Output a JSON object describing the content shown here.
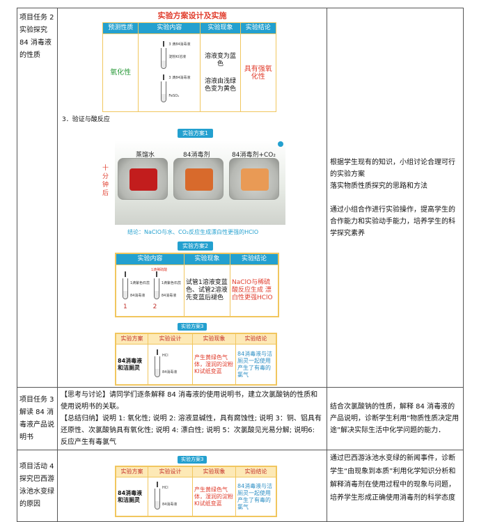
{
  "rows": [
    {
      "label": "项目任务 2 实验探究 84 消毒液的性质",
      "design": {
        "title": "实验方案设计及实施",
        "headers": [
          "预测性质",
          "实验内容",
          "实验现象",
          "实验结论"
        ],
        "prediction": "氧化性",
        "tube_tags": [
          "3 滴84消毒液",
          "淀粉KI溶液",
          "3 滴84消毒液",
          "FeSO₄"
        ],
        "phenomena": [
          "溶液变为蓝色",
          "溶液由浅绿色变为黄色"
        ],
        "conclusion": "具有强氧化性"
      },
      "section3": "3．验证与酸反应",
      "scheme1": {
        "badge": "实验方案1",
        "labels": [
          "蒸馏水",
          "84消毒剂",
          "84消毒剂+CO₂"
        ],
        "side_note": "十分钟后",
        "conclusion": "结论：NaClO与水、CO₂反应生成漂白性更强的HClO"
      },
      "scheme2": {
        "badge": "实验方案2",
        "headers": [
          "实验内容",
          "实验现象",
          "实验结论"
        ],
        "top_tag": "1滴稀硫酸",
        "tube_tags": [
          "1滴紫色石蕊",
          "84消毒液",
          "1滴紫色石蕊",
          "84消毒液"
        ],
        "tube_nums": [
          "1",
          "2"
        ],
        "phenomenon": "试管1溶液变蓝色、试管2溶液先变蓝后褪色",
        "conclusion": "NaClO与稀硫酸反应生成 漂白性更强HClO"
      },
      "scheme3": {
        "badge": "实验方案3",
        "headers": [
          "实验方案",
          "实验设计",
          "实验现象",
          "实验结论"
        ],
        "plan": "84消毒液和洁厕灵",
        "tube_tags": [
          "HCl",
          "84消毒液"
        ],
        "phenomenon": "产生黄绿色气体，湿润的淀粉KI试纸变蓝",
        "conclusion": "84消毒液与洁厕灵一起使用产生了有毒的氯气"
      },
      "notes": [
        "根据学生现有的知识，小组讨论合理可行的实验方案",
        "落实物质性质探究的思路和方法",
        "通过小组合作进行实验操作，提高学生的合作能力和实验动手能力，培养学生的科学探究素养"
      ]
    },
    {
      "label": "项目任务 3 解读 84 消毒液产品说明书",
      "content": [
        "【思考与讨论】请同学们逐条解释 84 消毒液的使用说明书，建立次氯酸钠的性质和使用说明书的关联。",
        "【总结归纳】说明 1: 氧化性; 说明 2: 溶液显碱性，具有腐蚀性; 说明 3：铜、铝具有还原性、次氯酸钠具有氧化性; 说明 4: 漂白性; 说明 5：次氯酸见光易分解; 说明6: 反应产生有毒氯气"
      ],
      "notes": "结合次氯酸钠的性质，解释 84 消毒液的产品说明，诊断学生利用“物质性质决定用途”解决实际生活中化学问题的能力．"
    },
    {
      "label": "项目活动 4 探究巴西游泳池水变绿的原因",
      "notes": "通过巴西游泳池水变绿的新闻事件，诊断学生“由现象到本质”利用化学知识分析和解释消毒剂在使用过程中的现象与问题，培养学生形成正确使用消毒剂的科学态度"
    }
  ],
  "colors": {
    "accent": "#23a0cf",
    "title_red": "#e03c2c",
    "green_text": "#2a9a3a",
    "border_gold": "#f1c65e"
  }
}
